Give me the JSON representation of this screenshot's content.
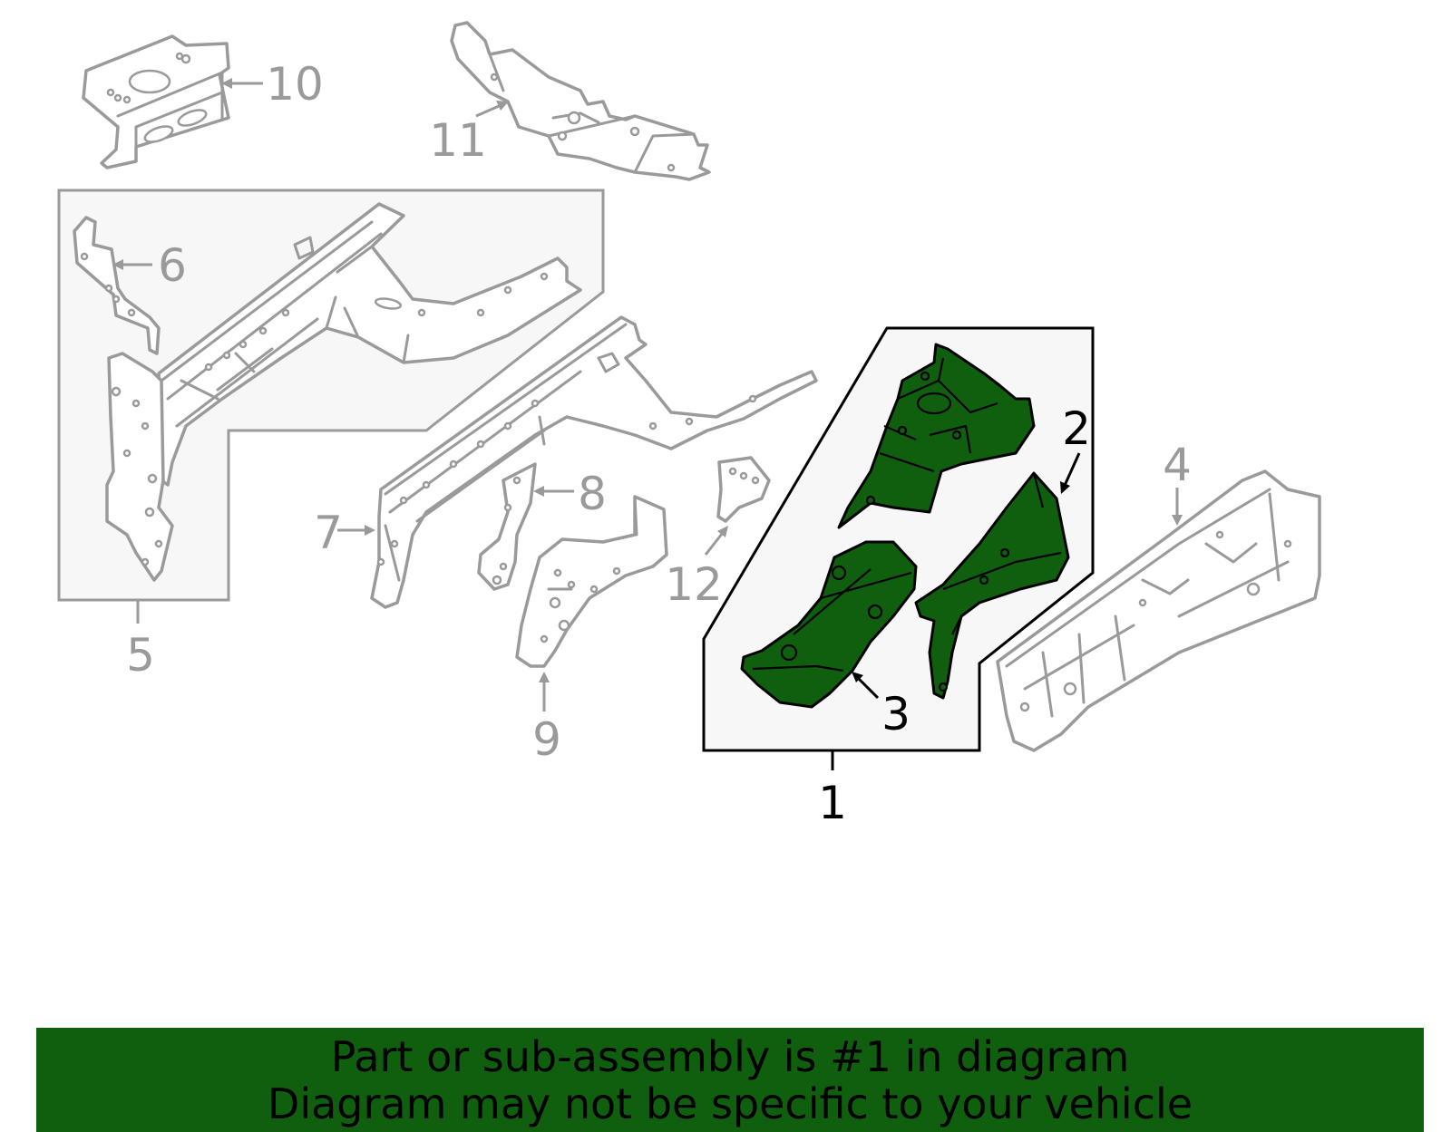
{
  "colors": {
    "highlight": "#0f5f0f",
    "context_parts": "#9a9a9a",
    "group_fill": "#f7f7f7",
    "banner_bg": "#0f5f0f"
  },
  "callouts": {
    "c1": "1",
    "c2": "2",
    "c3": "3",
    "c4": "4",
    "c5": "5",
    "c6": "6",
    "c7": "7",
    "c8": "8",
    "c9": "9",
    "c10": "10",
    "c11": "11",
    "c12": "12"
  },
  "banner": {
    "line1": "Part or sub-assembly is #1 in diagram",
    "line2": "Diagram may not be specific to your vehicle"
  }
}
